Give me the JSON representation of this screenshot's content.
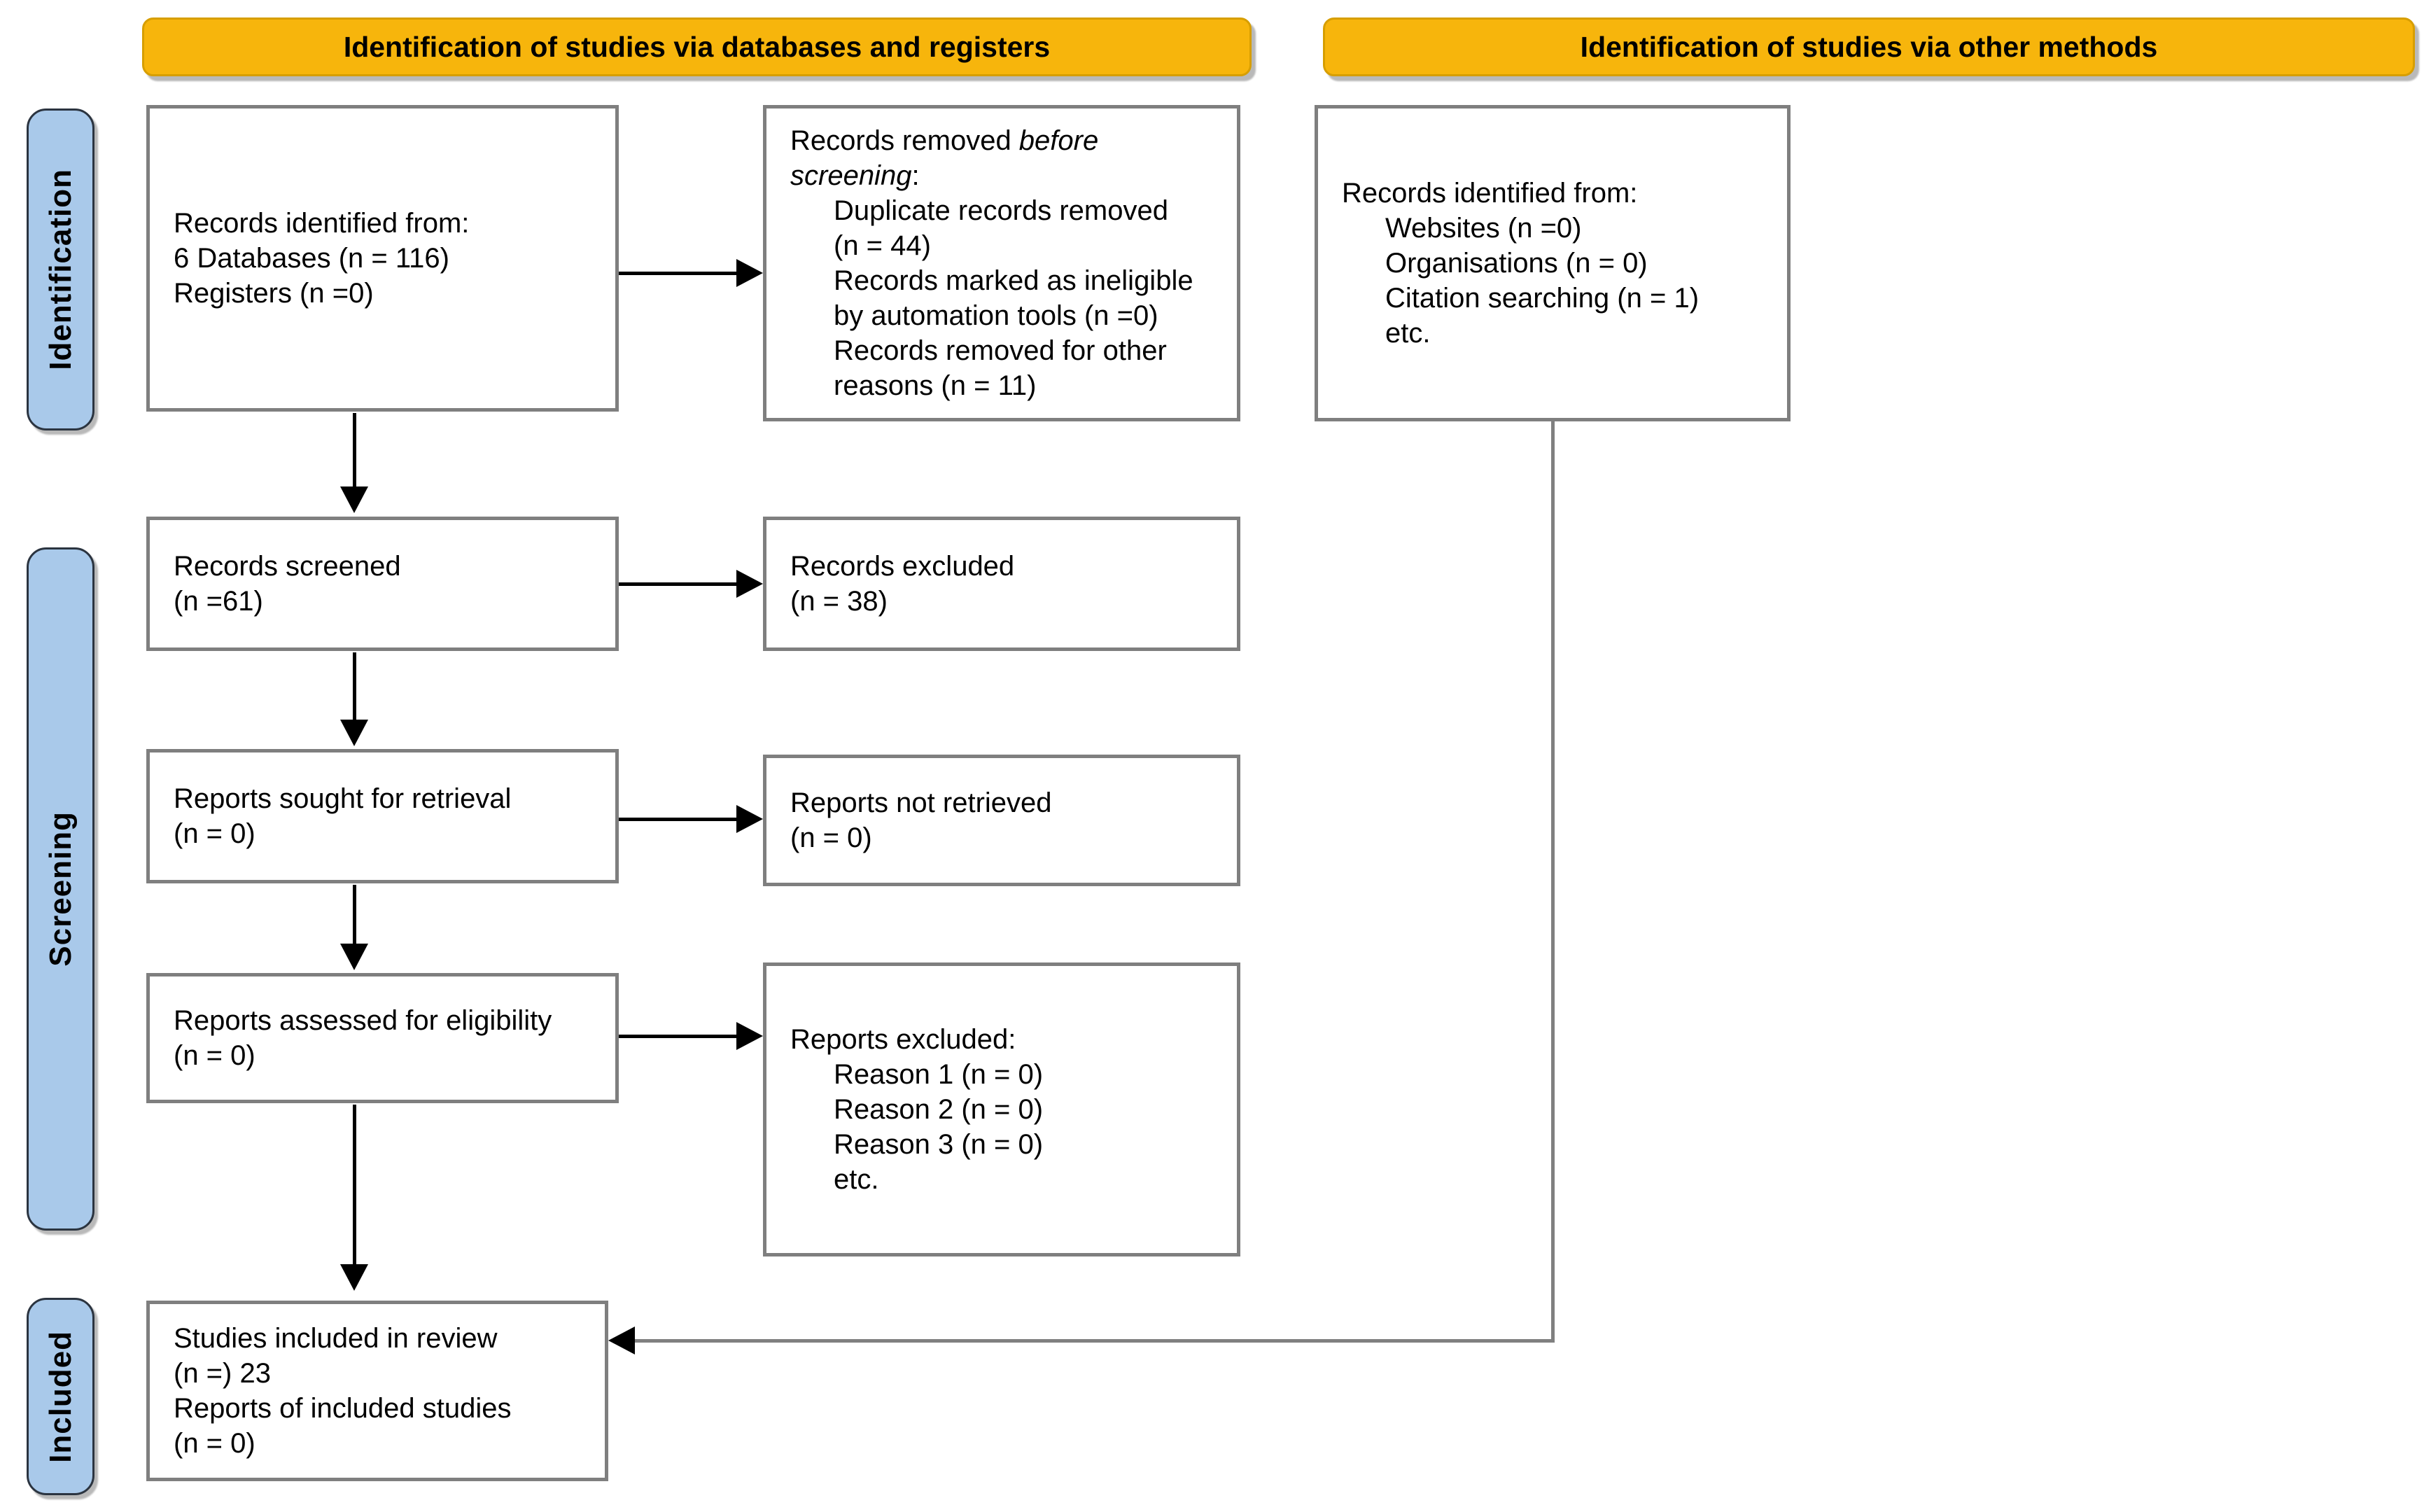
{
  "banners": {
    "databases": "Identification of studies via databases and registers",
    "other": "Identification of studies via other methods"
  },
  "stages": {
    "identification": "Identification",
    "screening": "Screening",
    "included": "Included"
  },
  "boxes": {
    "identified_db": {
      "lines": [
        "Records identified from:",
        "6 Databases (n = 116)",
        "Registers (n =0)"
      ]
    },
    "removed": {
      "intro_prefix": "Records removed ",
      "intro_italic": "before screening",
      "intro_suffix": ":",
      "items": [
        "Duplicate records removed (n = 44)",
        "Records marked as ineligible by automation tools (n =0)",
        "Records removed for other reasons (n = 11)"
      ]
    },
    "other_methods": {
      "intro": "Records identified from:",
      "items": [
        "Websites (n =0)",
        "Organisations (n = 0)",
        "Citation searching (n = 1)",
        "etc."
      ]
    },
    "screened": {
      "lines": [
        "Records screened",
        "(n =61)"
      ]
    },
    "records_excluded": {
      "lines": [
        "Records excluded",
        "(n = 38)"
      ]
    },
    "sought": {
      "lines": [
        "Reports sought for retrieval",
        "(n = 0)"
      ]
    },
    "not_retrieved": {
      "lines": [
        "Reports not retrieved",
        "(n = 0)"
      ]
    },
    "assessed": {
      "lines": [
        "Reports assessed for eligibility",
        "(n = 0)"
      ]
    },
    "reports_excluded": {
      "intro": "Reports excluded:",
      "items": [
        "Reason 1 (n = 0)",
        "Reason 2 (n = 0)",
        "Reason 3 (n = 0)",
        "etc."
      ]
    },
    "studies": {
      "lines": [
        "Studies included in review",
        "(n =) 23",
        "Reports of included studies",
        "(n = 0)"
      ]
    }
  },
  "colors": {
    "banner_bg": "#F7B50C",
    "banner_border": "#D79E00",
    "stage_bg": "#A9C9EA",
    "stage_border": "#2B3440",
    "box_border": "#7F7F7F",
    "arrow": "#000000",
    "connector": "#808080"
  }
}
